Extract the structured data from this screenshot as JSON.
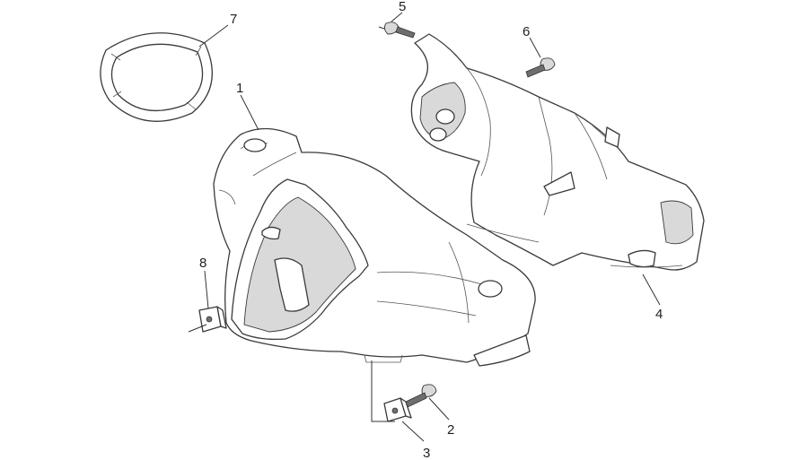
{
  "diagram": {
    "callouts": [
      {
        "id": "p1",
        "label": "1"
      },
      {
        "id": "p2",
        "label": "2"
      },
      {
        "id": "p3",
        "label": "3"
      },
      {
        "id": "p4",
        "label": "4"
      },
      {
        "id": "p5",
        "label": "5"
      },
      {
        "id": "p6",
        "label": "6"
      },
      {
        "id": "p7",
        "label": "7"
      },
      {
        "id": "p8",
        "label": "8"
      }
    ]
  }
}
